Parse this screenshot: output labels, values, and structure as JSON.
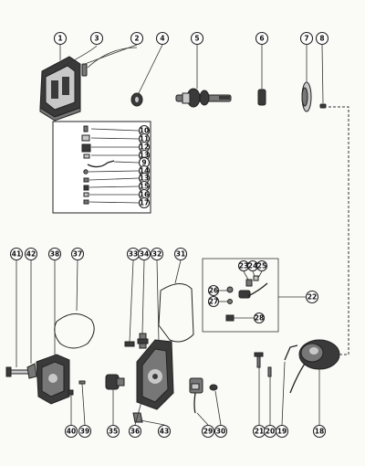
{
  "diagram": {
    "callouts": {
      "c1": "1",
      "c2": "2",
      "c3": "3",
      "c4": "4",
      "c5": "5",
      "c6": "6",
      "c7": "7",
      "c8": "8",
      "c9": "9",
      "c10": "10",
      "c11": "11",
      "c12": "12",
      "c13": "13",
      "c14": "14",
      "c15": "15",
      "c16": "16",
      "c17": "17",
      "c18": "18",
      "c19": "19",
      "c20": "20",
      "c21": "21",
      "c22": "22",
      "c23": "23",
      "c24": "24",
      "c25": "25",
      "c26": "26",
      "c27": "27",
      "c28": "28",
      "c29": "29",
      "c30": "30",
      "c31": "31",
      "c32": "32",
      "c33": "33",
      "c34": "34",
      "c35": "35",
      "c36": "36",
      "c37": "37",
      "c38": "38",
      "c39": "39",
      "c40": "40",
      "c41": "41",
      "c42": "42",
      "c43": "43"
    }
  }
}
